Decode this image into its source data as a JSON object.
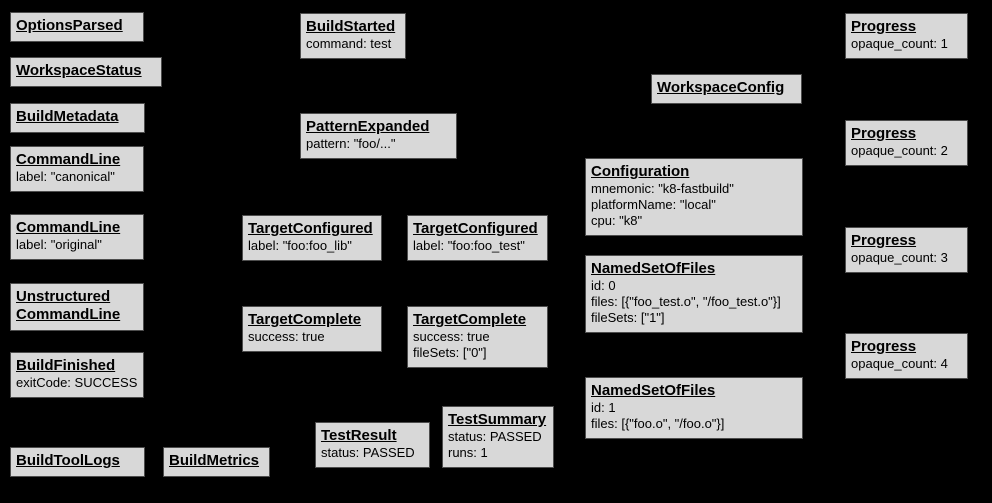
{
  "diagram": {
    "background": "#000000",
    "box_fill": "#d8d8d8",
    "box_border": "#4d4d4d",
    "text_color": "#000000",
    "nodes": [
      {
        "title": "OptionsParsed",
        "fields": []
      },
      {
        "title": "WorkspaceStatus",
        "fields": []
      },
      {
        "title": "BuildMetadata",
        "fields": []
      },
      {
        "title": "CommandLine",
        "fields": [
          "label: \"canonical\""
        ]
      },
      {
        "title": "CommandLine",
        "fields": [
          "label: \"original\""
        ]
      },
      {
        "title": "Unstructured",
        "title2": "CommandLine",
        "fields": []
      },
      {
        "title": "BuildFinished",
        "fields": [
          "exitCode: SUCCESS"
        ]
      },
      {
        "title": "BuildToolLogs",
        "fields": []
      },
      {
        "title": "BuildMetrics",
        "fields": []
      },
      {
        "title": "BuildStarted",
        "fields": [
          "command: test"
        ]
      },
      {
        "title": "PatternExpanded",
        "fields": [
          "pattern: \"foo/...\""
        ]
      },
      {
        "title": "TargetConfigured",
        "fields": [
          "label: \"foo:foo_lib\""
        ]
      },
      {
        "title": "TargetConfigured",
        "fields": [
          "label: \"foo:foo_test\""
        ]
      },
      {
        "title": "TargetComplete",
        "fields": [
          "success: true"
        ]
      },
      {
        "title": "TargetComplete",
        "fields": [
          "success: true",
          "fileSets: [\"0\"]"
        ]
      },
      {
        "title": "TestResult",
        "fields": [
          "status: PASSED"
        ]
      },
      {
        "title": "TestSummary",
        "fields": [
          "status: PASSED",
          "runs: 1"
        ]
      },
      {
        "title": "WorkspaceConfig",
        "fields": []
      },
      {
        "title": "Configuration",
        "fields": [
          "mnemonic: \"k8-fastbuild\"",
          "platformName: \"local\"",
          "cpu: \"k8\""
        ]
      },
      {
        "title": "NamedSetOfFiles",
        "fields": [
          "id: 0",
          "files: [{\"foo_test.o\", \"/foo_test.o\"}]",
          "fileSets: [\"1\"]"
        ]
      },
      {
        "title": "NamedSetOfFiles",
        "fields": [
          "id: 1",
          "files: [{\"foo.o\", \"/foo.o\"}]"
        ]
      },
      {
        "title": "Progress",
        "fields": [
          "opaque_count: 1"
        ]
      },
      {
        "title": "Progress",
        "fields": [
          "opaque_count: 2"
        ]
      },
      {
        "title": "Progress",
        "fields": [
          "opaque_count: 3"
        ]
      },
      {
        "title": "Progress",
        "fields": [
          "opaque_count: 4"
        ]
      }
    ]
  }
}
